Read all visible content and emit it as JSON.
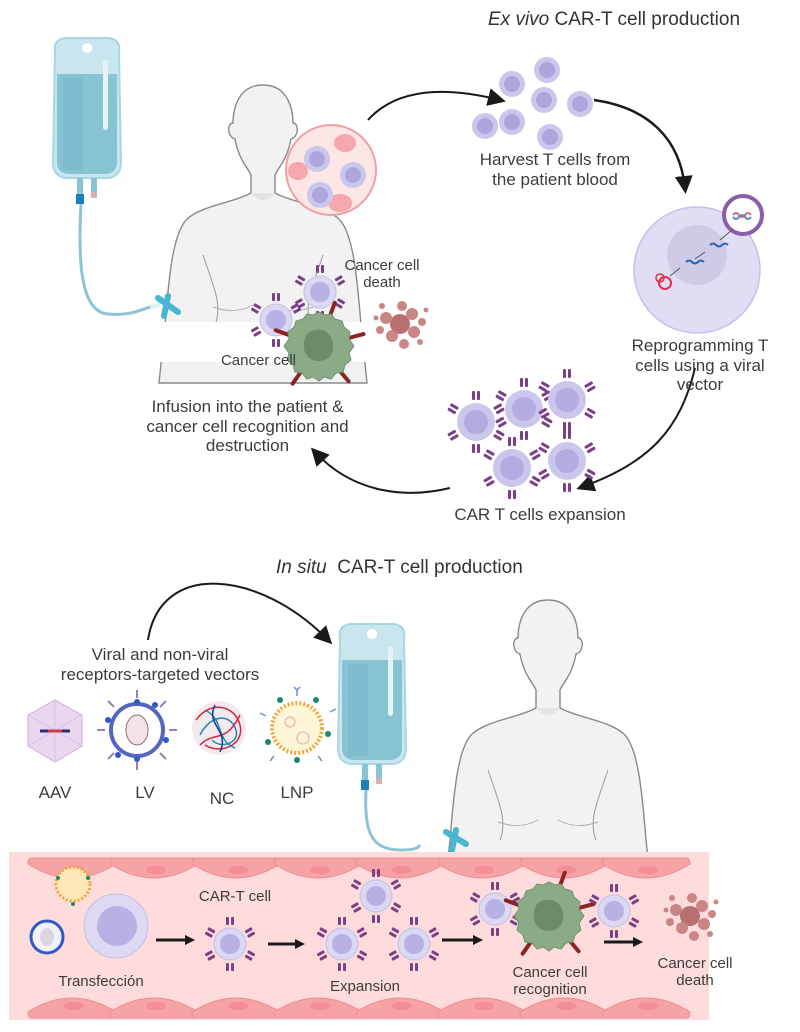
{
  "ex_vivo": {
    "title_italic": "Ex vivo",
    "title_rest": " CAR-T cell production",
    "steps": [
      {
        "id": "harvest",
        "label_line1": "Harvest T cells from",
        "label_line2": "the patient blood"
      },
      {
        "id": "reprogramming",
        "label_line1": "Reprogramming T",
        "label_line2": "cells using a viral",
        "label_line3": "vector"
      },
      {
        "id": "expansion",
        "label": "CAR T cells expansion"
      },
      {
        "id": "infusion",
        "label_line1": "Infusion into the patient &",
        "label_line2": "cancer cell recognition and",
        "label_line3": "destruction"
      }
    ],
    "cancer_cell_label": "Cancer cell",
    "cancer_cell_death_line1": "Cancer cell",
    "cancer_cell_death_line2": "death"
  },
  "in_situ": {
    "title_italic": "In situ",
    "title_rest": "  CAR-T cell production",
    "vectors_heading_line1": "Viral and non-viral",
    "vectors_heading_line2": "receptors-targeted vectors",
    "vectors": [
      {
        "abbr": "AAV",
        "icon": "aav-capsid-icon"
      },
      {
        "abbr": "LV",
        "icon": "lentivirus-icon"
      },
      {
        "abbr": "NC",
        "icon": "nanocarrier-icon"
      },
      {
        "abbr": "LNP",
        "icon": "lipid-nanoparticle-icon"
      }
    ],
    "vessel_steps": [
      {
        "id": "transfection",
        "label": "Transfección"
      },
      {
        "id": "car_t_cell",
        "label": "CAR-T cell"
      },
      {
        "id": "expansion",
        "label": "Expansion"
      },
      {
        "id": "recognition",
        "label_line1": "Cancer cell",
        "label_line2": "recognition"
      },
      {
        "id": "death",
        "label_line1": "Cancer cell",
        "label_line2": "death"
      }
    ]
  },
  "colors": {
    "iv_bag": "#a9d6e5",
    "iv_fluid": "#7fbfd0",
    "tcell": "#cbc6ec",
    "tcell_nucleus": "#ada6dd",
    "car_receptor": "#7a3f86",
    "cancer_cell": "#8aab86",
    "cancer_nucleus": "#6c8c69",
    "cancer_spike": "#8b2323",
    "dead_cell": "#c98685",
    "vessel_bg": "#ffdcdc",
    "endothelium": "#f6a3a6",
    "body": "#f2f2f2",
    "arrow": "#1a1a1a"
  }
}
